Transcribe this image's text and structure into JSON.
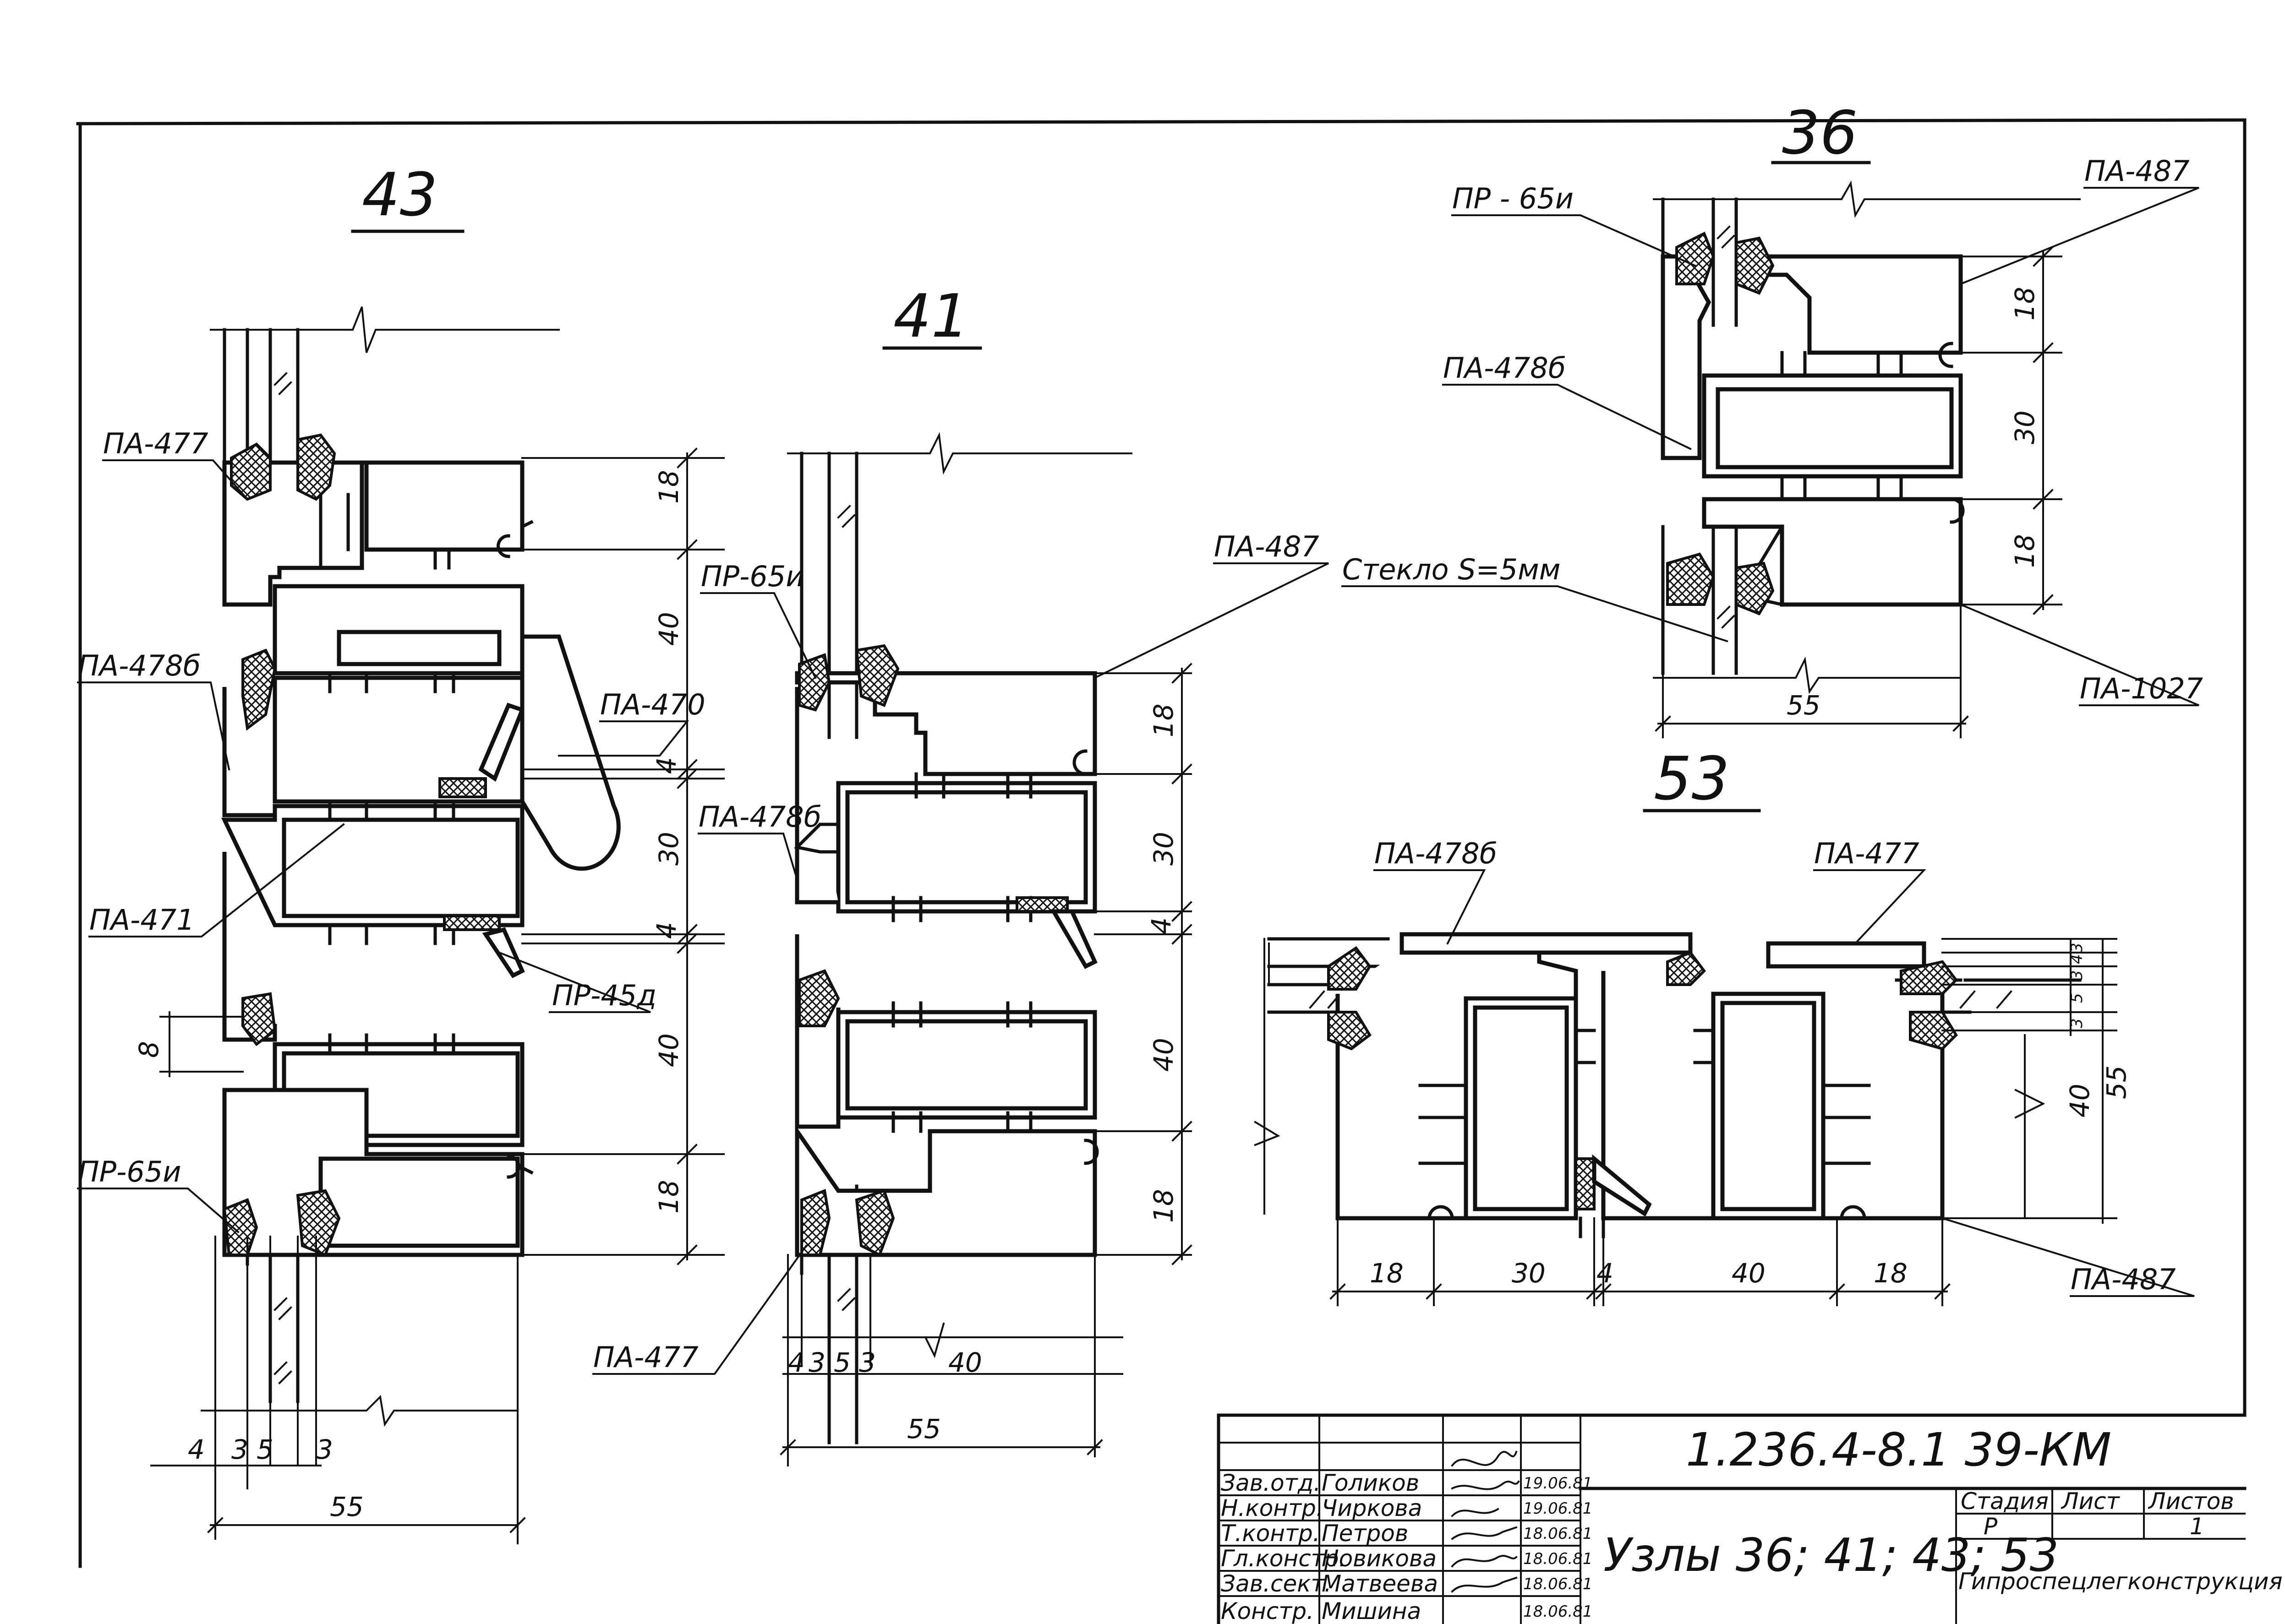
{
  "nodes": {
    "n43": {
      "title": "43",
      "labels": {
        "pa477": "ПА-477",
        "pa478b": "ПА-478б",
        "pa471": "ПА-471",
        "pr65i": "ПР-65и",
        "pa470": "ПА-470",
        "pr45d": "ПР-45д"
      },
      "dims_v": [
        "18",
        "40",
        "4",
        "30",
        "4",
        "40",
        "18"
      ],
      "dim_8": "8",
      "dims_bottom": [
        "4",
        "3",
        "5",
        "3"
      ],
      "dim_total": "55"
    },
    "n41": {
      "title": "41",
      "labels": {
        "pr65i": "ПР-65и",
        "pa478b": "ПА-478б",
        "pa477": "ПА-477",
        "pa487": "ПА-487"
      },
      "dims_v": [
        "18",
        "30",
        "4",
        "40",
        "18"
      ],
      "dims_bottom": [
        "4",
        "3",
        "5",
        "3"
      ],
      "dim_40": "40",
      "dim_total": "55"
    },
    "n36": {
      "title": "36",
      "labels": {
        "pr65i": "ПР - 65и",
        "pa478b": "ПА-478б",
        "pa487": "ПА-487",
        "glass": "Стекло S=5мм",
        "pa1027": "ПА-1027"
      },
      "dims_v": [
        "18",
        "30",
        "18"
      ],
      "dim_total": "55"
    },
    "n53": {
      "title": "53",
      "labels": {
        "pa478b": "ПА-478б",
        "pa477": "ПА-477",
        "pa487": "ПА-487"
      },
      "dims_h": [
        "18",
        "30",
        "4",
        "40",
        "18"
      ],
      "dims_v": [
        "3",
        "4",
        "3",
        "5",
        "3",
        "40",
        "55"
      ]
    }
  },
  "title_block": {
    "code": "1.236.4-8.1 39-КМ",
    "name": "Узлы 36; 41; 43; 53",
    "rows": [
      {
        "role": "Зав.отд.",
        "person": "Голиков",
        "date": "19.06.81"
      },
      {
        "role": "Н.контр.",
        "person": "Чиркова",
        "date": "19.06.81"
      },
      {
        "role": "Т.контр.",
        "person": "Петров",
        "date": "18.06.81"
      },
      {
        "role": "Гл.констр.",
        "person": "Новикова",
        "date": "18.06.81"
      },
      {
        "role": "Зав.сект.",
        "person": "Матвеева",
        "date": "18.06.81"
      },
      {
        "role": "Констр.",
        "person": "Мишина",
        "date": "18.06.81"
      }
    ],
    "stage_header": "Стадия",
    "sheet_header": "Лист",
    "sheets_header": "Листов",
    "stage": "Р",
    "sheets": "1",
    "org": "Гипроспецлегконструкция"
  }
}
